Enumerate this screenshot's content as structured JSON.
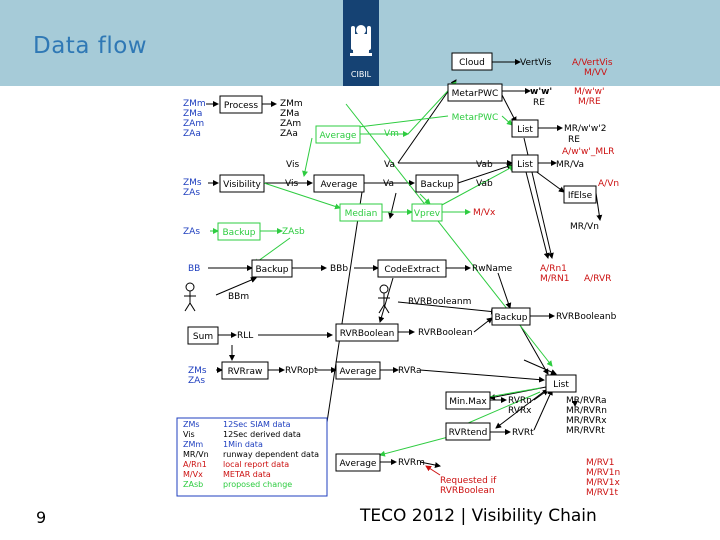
{
  "slide": {
    "title": "Data flow",
    "page_number": "9",
    "footer": "TECO 2012 | Visibility Chain",
    "logo_text": "CIBIL"
  },
  "colors": {
    "header_bg": "#a6cbd8",
    "title": "#2f78b5",
    "logo_bg": "#154273",
    "blue_label": "#1f3fbf",
    "red_label": "#cc1111",
    "green": "#2ecc40"
  },
  "boxes": {
    "cloud": "Cloud",
    "metarpwc_black": "MetarPWC",
    "metarpwc_green": "MetarPWC",
    "process": "Process",
    "average_green": "Average",
    "list_top": "List",
    "list_mid": "List",
    "visibility": "Visibility",
    "average_vis": "Average",
    "backup_va": "Backup",
    "ifelse": "IfElse",
    "median": "Median",
    "vprev": "Vprev",
    "backup_zas": "Backup",
    "backup_bb": "Backup",
    "codeextract": "CodeExtract",
    "sum": "Sum",
    "rvrboolean": "RVRBoolean",
    "backup_rvr": "Backup",
    "rvrraw": "RVRraw",
    "average_rvr": "Average",
    "list_bottom": "List",
    "minmax": "Min.Max",
    "rvrtend": "RVRtend",
    "average_rvrm": "Average"
  },
  "labels": {
    "zm_in": [
      "ZMm",
      "ZMa",
      "ZAm",
      "ZAa"
    ],
    "zm_out": [
      "ZMm",
      "ZMa",
      "ZAm",
      "ZAa"
    ],
    "vm": "Vm",
    "vis_top": "Vis",
    "va_top": "Va",
    "vab_top": "Vab",
    "zms_zas": [
      "ZMs",
      "ZAs"
    ],
    "vis_mid": "Vis",
    "va_mid": "Va",
    "vab_mid": "Vab",
    "mr_va": "MR/Va",
    "mr_vn": "MR/Vn",
    "zas": "ZAs",
    "zasb": "ZAsb",
    "m_vx": "M/Vx",
    "vertvis": "VertVis",
    "ww": "w'w'",
    "re": "RE",
    "mr_ww2": "MR/w'w'2",
    "re2": "RE",
    "bb": "BB",
    "bbb": "BBb",
    "bbm": "BBm",
    "rwname": "RwName",
    "rvrbooleanm": "RVRBooleanm",
    "rvrboolean_out": "RVRBoolean",
    "rvrbooleanb": "RVRBooleanb",
    "rll": "RLL",
    "zms_zas_low": [
      "ZMs",
      "ZAs"
    ],
    "rvropt": "RVRopt",
    "rvra": "RVRa",
    "rvrn": "RVRn",
    "rvrx": "RVRx",
    "rvrt": "RVRt",
    "rvrm": "RVRm",
    "mr_list": [
      "MR/RVRa",
      "MR/RVRn",
      "MR/RVRx",
      "MR/RVRt"
    ]
  },
  "red_labels": {
    "a_vertvis": "A/VertVis",
    "m_vv": "M/VV",
    "m_ww": "M/w'w'",
    "m_re": "M/RE",
    "a_ww_mlr": "A/w'w'_MLR",
    "a_vn": "A/Vn",
    "a_rn1": "A/Rn1",
    "m_rn1": "M/RN1",
    "a_rvr": "A/RVR",
    "requested": [
      "Requested if",
      "RVRBoolean"
    ],
    "m_rv": [
      "M/RV1",
      "M/RV1n",
      "M/RV1x",
      "M/RV1t"
    ]
  },
  "legend": [
    {
      "code": "ZMs",
      "desc": "12Sec SIAM data",
      "color": "#1f3fbf"
    },
    {
      "code": "Vis",
      "desc": "12Sec derived data",
      "color": "#000000"
    },
    {
      "code": "ZMm",
      "desc": "1Min data",
      "color": "#1f3fbf"
    },
    {
      "code": "MR/Vn",
      "desc": "runway dependent data",
      "color": "#000000"
    },
    {
      "code": "A/Rn1",
      "desc": "local report data",
      "color": "#cc1111"
    },
    {
      "code": "M/Vx",
      "desc": "METAR data",
      "color": "#cc1111"
    },
    {
      "code": "ZAsb",
      "desc": "proposed change",
      "color": "#2ecc40"
    }
  ]
}
